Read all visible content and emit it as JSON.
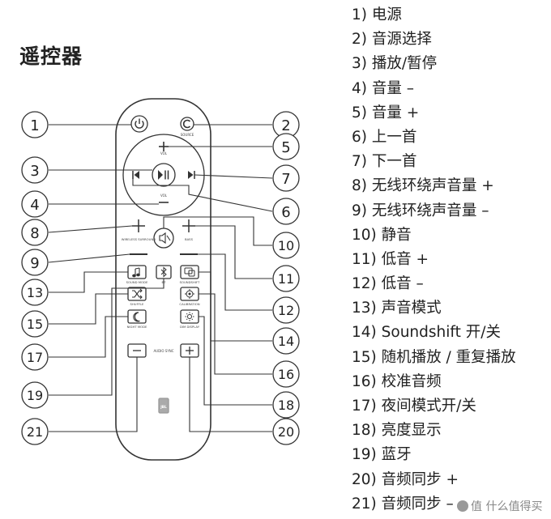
{
  "title": "遥控器",
  "remote": {
    "source_label": "SOURCE",
    "vol_label": "VOL",
    "vol_bottom_label": "VOL",
    "wireless_surround_label": "WIRELESS SURROUND",
    "bass_label": "BASS",
    "sound_mode_label": "SOUND MODE",
    "bt_label": "BT",
    "soundshift_label": "SOUNDSHIFT",
    "shuffle_label": "SHUFFLE",
    "calibration_label": "CALIBRATION",
    "night_mode_label": "NIGHT MODE",
    "dim_display_label": "DIM DISPLAY",
    "audio_sync_label": "AUDIO SYNC",
    "brand_label": "JBL"
  },
  "callouts": [
    "1",
    "2",
    "3",
    "4",
    "5",
    "6",
    "7",
    "8",
    "9",
    "10",
    "11",
    "12",
    "13",
    "14",
    "15",
    "16",
    "17",
    "18",
    "19",
    "20",
    "21"
  ],
  "legend": [
    "1) 电源",
    "2) 音源选择",
    "3) 播放/暂停",
    "4) 音量 –",
    "5) 音量 +",
    "6) 上一首",
    "7) 下一首",
    "8) 无线环绕声音量 +",
    "9) 无线环绕声音量 –",
    "10) 静音",
    "11) 低音 +",
    "12) 低音 –",
    "13) 声音模式",
    "14) Soundshift 开/关",
    "15) 随机播放 / 重复播放",
    "16) 校准音频",
    "17) 夜间模式开/关",
    "18) 亮度显示",
    "19) 蓝牙",
    "20) 音频同步 +",
    "21) 音频同步 –"
  ],
  "watermark": "值 什么值得买",
  "colors": {
    "stroke": "#333333",
    "text": "#222222"
  }
}
